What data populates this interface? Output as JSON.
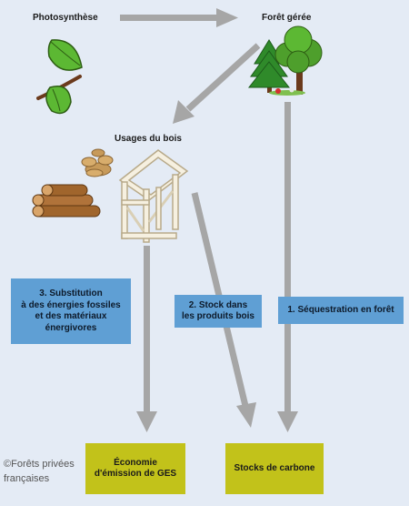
{
  "nodes": {
    "photosynthese": "Photosynthèse",
    "foret_geree": "Forêt gérée",
    "usages_du_bois": "Usages du bois"
  },
  "pathways": {
    "substitution": "3. Substitution\nà des énergies fossiles\net des matériaux\nénergivores",
    "stock_produits": "2. Stock dans\nles produits bois",
    "sequestration": "1. Séquestration en forêt"
  },
  "outcomes": {
    "economie": "Économie\nd'émission de GES",
    "stocks": "Stocks de carbone"
  },
  "credit": "©Forêts privées\nfrançaises",
  "colors": {
    "background": "#e4ebf5",
    "arrow": "#a6a6a6",
    "label_box": "#5f9fd4",
    "outcome_box": "#c2c21a"
  }
}
